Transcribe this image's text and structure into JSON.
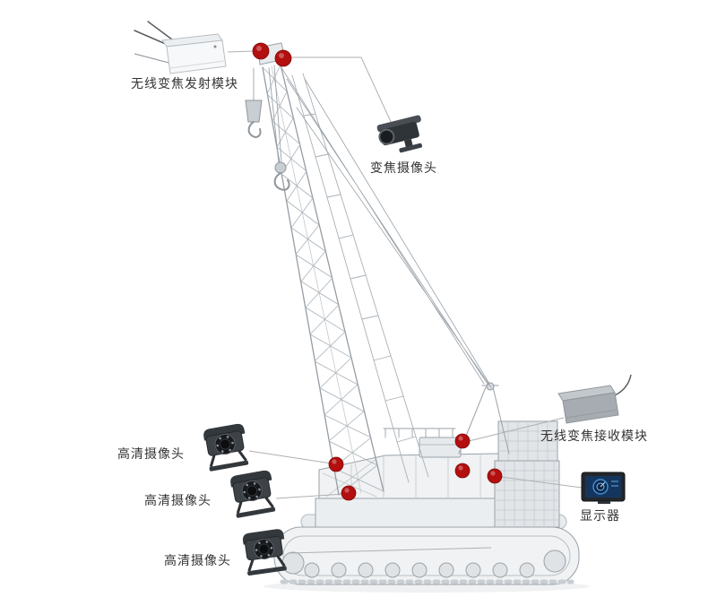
{
  "page": {
    "background": "#ffffff"
  },
  "colors": {
    "marker": "#b30f0f",
    "connector": "#b0b0b0",
    "crane_stroke": "#9aa2a9",
    "text": "#333333"
  },
  "labels": {
    "transmitter": "无线变焦发射模块",
    "zoom_camera": "变焦摄像头",
    "receiver": "无线变焦接收模块",
    "monitor": "显示器",
    "hd_camera_1": "高清摄像头",
    "hd_camera_2": "高清摄像头",
    "hd_camera_3": "高清摄像头"
  },
  "markers": {
    "count": 7,
    "names": [
      "boom-tip-1",
      "boom-tip-2",
      "superstructure-upper",
      "body-front-left",
      "body-center",
      "body-right",
      "body-lower-left"
    ]
  }
}
